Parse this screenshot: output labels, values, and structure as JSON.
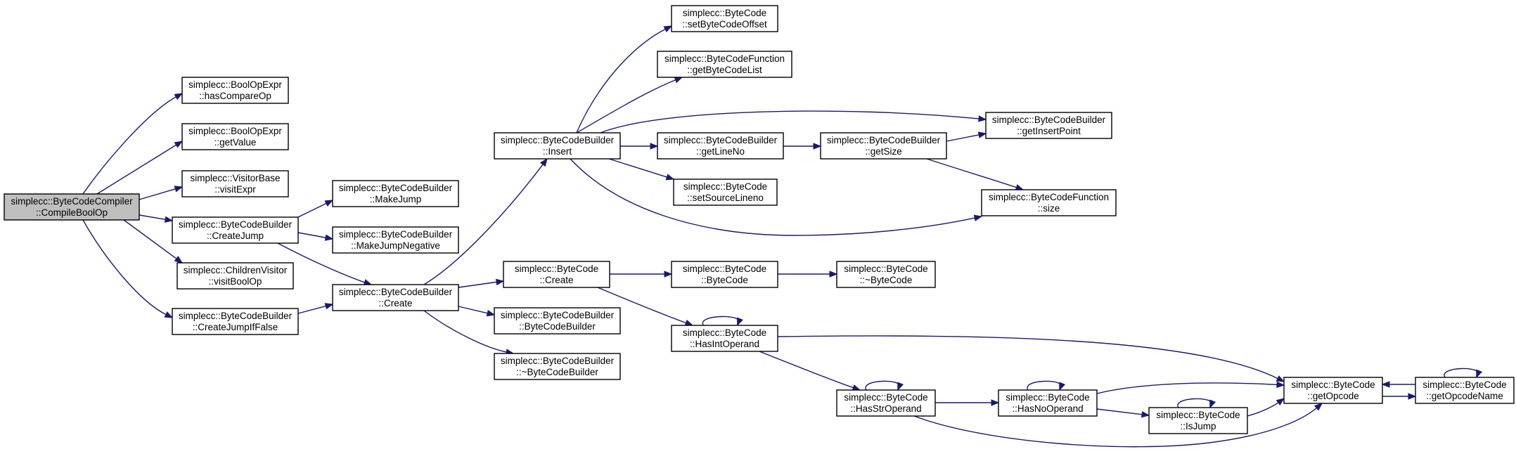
{
  "graph": {
    "root": "compile_bool_op",
    "nodes": [
      {
        "id": "compile_bool_op",
        "line1": "simplecc::ByteCodeCompiler",
        "line2": "::CompileBoolOp",
        "highlighted": true
      },
      {
        "id": "has_compare_op",
        "line1": "simplecc::BoolOpExpr",
        "line2": "::hasCompareOp"
      },
      {
        "id": "get_value",
        "line1": "simplecc::BoolOpExpr",
        "line2": "::getValue"
      },
      {
        "id": "visit_expr",
        "line1": "simplecc::VisitorBase",
        "line2": "::visitExpr"
      },
      {
        "id": "create_jump",
        "line1": "simplecc::ByteCodeBuilder",
        "line2": "::CreateJump"
      },
      {
        "id": "visit_bool_op",
        "line1": "simplecc::ChildrenVisitor",
        "line2": "::visitBoolOp"
      },
      {
        "id": "create_jump_if_false",
        "line1": "simplecc::ByteCodeBuilder",
        "line2": "::CreateJumpIfFalse"
      },
      {
        "id": "make_jump",
        "line1": "simplecc::ByteCodeBuilder",
        "line2": "::MakeJump"
      },
      {
        "id": "make_jump_negative",
        "line1": "simplecc::ByteCodeBuilder",
        "line2": "::MakeJumpNegative"
      },
      {
        "id": "builder_create",
        "line1": "simplecc::ByteCodeBuilder",
        "line2": "::Create"
      },
      {
        "id": "insert",
        "line1": "simplecc::ByteCodeBuilder",
        "line2": "::Insert"
      },
      {
        "id": "bytecode_create",
        "line1": "simplecc::ByteCode",
        "line2": "::Create"
      },
      {
        "id": "builder_ctor",
        "line1": "simplecc::ByteCodeBuilder",
        "line2": "::ByteCodeBuilder"
      },
      {
        "id": "builder_dtor",
        "line1": "simplecc::ByteCodeBuilder",
        "line2": "::~ByteCodeBuilder"
      },
      {
        "id": "set_bytecode_offset",
        "line1": "simplecc::ByteCode",
        "line2": "::setByteCodeOffset"
      },
      {
        "id": "get_bytecode_list",
        "line1": "simplecc::ByteCodeFunction",
        "line2": "::getByteCodeList"
      },
      {
        "id": "get_line_no",
        "line1": "simplecc::ByteCodeBuilder",
        "line2": "::getLineNo"
      },
      {
        "id": "set_source_lineno",
        "line1": "simplecc::ByteCode",
        "line2": "::setSourceLineno"
      },
      {
        "id": "bytecode_ctor",
        "line1": "simplecc::ByteCode",
        "line2": "::ByteCode"
      },
      {
        "id": "has_int_operand",
        "line1": "simplecc::ByteCode",
        "line2": "::HasIntOperand"
      },
      {
        "id": "get_size",
        "line1": "simplecc::ByteCodeBuilder",
        "line2": "::getSize"
      },
      {
        "id": "bytecode_dtor",
        "line1": "simplecc::ByteCode",
        "line2": "::~ByteCode"
      },
      {
        "id": "has_str_operand",
        "line1": "simplecc::ByteCode",
        "line2": "::HasStrOperand"
      },
      {
        "id": "has_no_operand",
        "line1": "simplecc::ByteCode",
        "line2": "::HasNoOperand"
      },
      {
        "id": "is_jump",
        "line1": "simplecc::ByteCode",
        "line2": "::IsJump"
      },
      {
        "id": "get_insert_point",
        "line1": "simplecc::ByteCodeBuilder",
        "line2": "::getInsertPoint"
      },
      {
        "id": "function_size",
        "line1": "simplecc::ByteCodeFunction",
        "line2": "::size"
      },
      {
        "id": "get_opcode",
        "line1": "simplecc::ByteCode",
        "line2": "::getOpcode"
      },
      {
        "id": "get_opcode_name",
        "line1": "simplecc::ByteCode",
        "line2": "::getOpcodeName"
      }
    ],
    "edges": [
      [
        "compile_bool_op",
        "has_compare_op"
      ],
      [
        "compile_bool_op",
        "get_value"
      ],
      [
        "compile_bool_op",
        "visit_expr"
      ],
      [
        "compile_bool_op",
        "create_jump"
      ],
      [
        "compile_bool_op",
        "visit_bool_op"
      ],
      [
        "compile_bool_op",
        "create_jump_if_false"
      ],
      [
        "create_jump",
        "make_jump"
      ],
      [
        "create_jump",
        "make_jump_negative"
      ],
      [
        "create_jump",
        "builder_create"
      ],
      [
        "create_jump_if_false",
        "builder_create"
      ],
      [
        "builder_create",
        "insert"
      ],
      [
        "builder_create",
        "bytecode_create"
      ],
      [
        "builder_create",
        "builder_ctor"
      ],
      [
        "builder_create",
        "builder_dtor"
      ],
      [
        "insert",
        "set_bytecode_offset"
      ],
      [
        "insert",
        "get_bytecode_list"
      ],
      [
        "insert",
        "get_insert_point"
      ],
      [
        "insert",
        "get_line_no"
      ],
      [
        "insert",
        "set_source_lineno"
      ],
      [
        "insert",
        "function_size"
      ],
      [
        "get_line_no",
        "get_size"
      ],
      [
        "get_size",
        "get_insert_point"
      ],
      [
        "get_size",
        "function_size"
      ],
      [
        "bytecode_create",
        "bytecode_ctor"
      ],
      [
        "bytecode_create",
        "has_int_operand"
      ],
      [
        "bytecode_ctor",
        "bytecode_dtor"
      ],
      [
        "has_int_operand",
        "has_int_operand"
      ],
      [
        "has_int_operand",
        "get_opcode"
      ],
      [
        "has_int_operand",
        "has_str_operand"
      ],
      [
        "has_str_operand",
        "has_str_operand"
      ],
      [
        "has_str_operand",
        "has_no_operand"
      ],
      [
        "has_str_operand",
        "get_opcode"
      ],
      [
        "has_no_operand",
        "has_no_operand"
      ],
      [
        "has_no_operand",
        "get_opcode"
      ],
      [
        "has_no_operand",
        "is_jump"
      ],
      [
        "is_jump",
        "is_jump"
      ],
      [
        "is_jump",
        "get_opcode"
      ],
      [
        "get_opcode",
        "get_opcode_name"
      ],
      [
        "get_opcode_name",
        "get_opcode"
      ],
      [
        "get_opcode_name",
        "get_opcode_name"
      ]
    ]
  },
  "colors": {
    "edge": "#191970",
    "node_border": "#000000",
    "node_fill": "#ffffff",
    "root_fill": "#bfbfbf",
    "background": "#ffffff"
  }
}
